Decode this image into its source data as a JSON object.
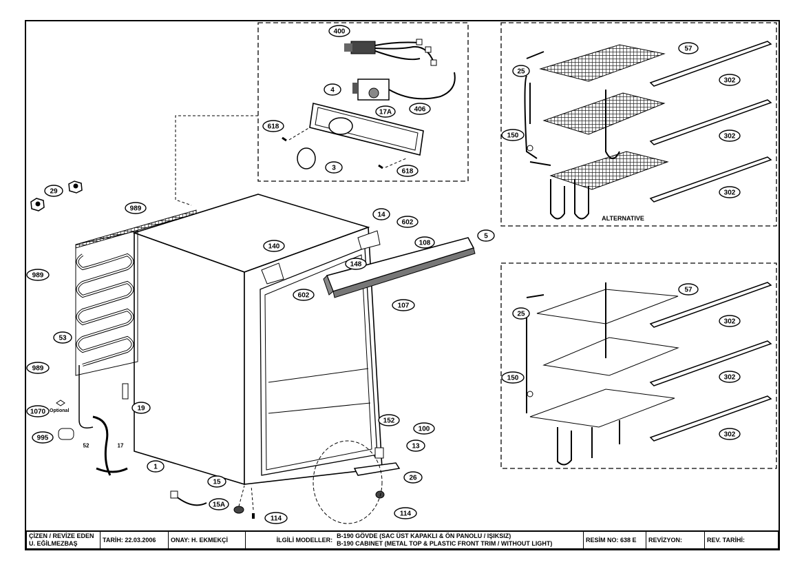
{
  "callouts": {
    "c400": "400",
    "c4": "4",
    "c17a": "17A",
    "c406": "406",
    "c618a": "618",
    "c618b": "618",
    "c3": "3",
    "c29": "29",
    "c989a": "989",
    "c989b": "989",
    "c989c": "989",
    "c53": "53",
    "c1070": "1070",
    "c1070_note": "Optional",
    "c995": "995",
    "c52": "52",
    "c17": "17",
    "c19": "19",
    "c1": "1",
    "c15": "15",
    "c15a": "15A",
    "c114a": "114",
    "c140": "140",
    "c14": "14",
    "c602a": "602",
    "c602b": "602",
    "c108": "108",
    "c5": "5",
    "c148": "148",
    "c107": "107",
    "c152": "152",
    "c100": "100",
    "c13": "13",
    "c26": "26",
    "c114b": "114",
    "top_57": "57",
    "top_25": "25",
    "top_150": "150",
    "top_302a": "302",
    "top_302b": "302",
    "top_302c": "302",
    "bot_57": "57",
    "bot_25": "25",
    "bot_150": "150",
    "bot_302a": "302",
    "bot_302b": "302",
    "bot_302c": "302"
  },
  "alternative_label": "ALTERNATIVE",
  "title_block": {
    "drawn_by_label": "ÇİZEN / REVİZE EDEN",
    "drawn_by_name": "U. EĞİLMEZBAŞ",
    "date": "TARİH: 22.03.2006",
    "approval": "ONAY: H. EKMEKÇİ",
    "models_label": "İLGİLİ MODELLER:",
    "model_line1": "B-190  GÖVDE (SAC ÜST KAPAKLI & ÖN PANOLU / IŞIKSIZ)",
    "model_line2": "B-190 CABINET (METAL TOP & PLASTIC FRONT TRIM / WITHOUT LIGHT)",
    "drawing_no": "RESİM NO: 638 E",
    "revision": "REVİZYON:",
    "rev_date": "REV. TARİHİ:"
  }
}
